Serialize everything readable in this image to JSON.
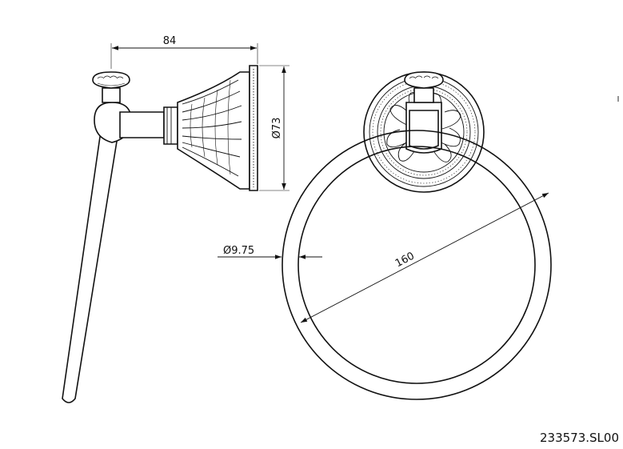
{
  "drawing": {
    "dimensions": {
      "depth": "84",
      "base_diameter": "Ø73",
      "rod_diameter": "Ø9.75",
      "ring_diameter": "160"
    },
    "product_code": "233573.SL00"
  }
}
